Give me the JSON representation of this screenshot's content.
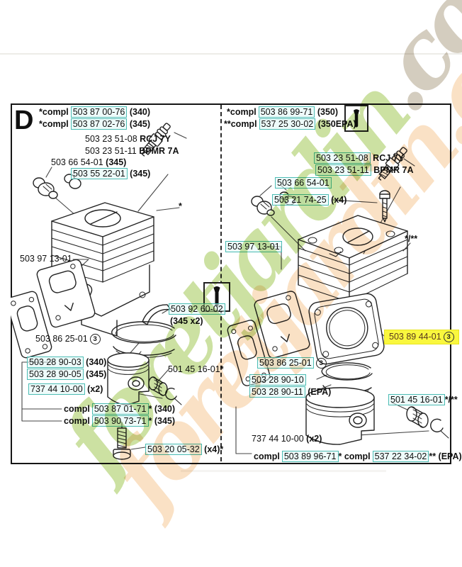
{
  "section_letter": "D",
  "watermark": {
    "text_main": "foretjardin",
    "text_suffix": ".com",
    "green": "#c3dc92",
    "orange": "#f6c48c",
    "tan": "#cdc4b4"
  },
  "colors": {
    "box_border": "#4cbcb4",
    "box_fill": "#e0f8f5",
    "highlight_yellow": "#f9f73e",
    "line_black": "#222222"
  },
  "icons": {
    "tool_icon": "wrench"
  },
  "labels": {
    "l1": [
      {
        "k": "pre",
        "t": "*compl"
      },
      {
        "k": "box",
        "t": "503 87 00-76"
      },
      {
        "k": "bold",
        "t": " (340)"
      }
    ],
    "l2": [
      {
        "k": "pre",
        "t": "*compl"
      },
      {
        "k": "box",
        "t": "503 87 02-76"
      },
      {
        "k": "bold",
        "t": " (345)"
      }
    ],
    "l3": [
      {
        "k": "num",
        "t": "503 23 51-08 "
      },
      {
        "k": "bold",
        "t": "RCJ 7Y"
      }
    ],
    "l4": [
      {
        "k": "num",
        "t": "503 23 51-11 "
      },
      {
        "k": "bold",
        "t": "BPMR 7A"
      }
    ],
    "l5": [
      {
        "k": "num",
        "t": "503 66 54-01 "
      },
      {
        "k": "bold",
        "t": "(345)"
      }
    ],
    "l6": [
      {
        "k": "box",
        "t": "503 55 22-01"
      },
      {
        "k": "bold",
        "t": " (345)"
      }
    ],
    "l7": [
      {
        "k": "num",
        "t": "503 97 13-01"
      }
    ],
    "l8": [
      {
        "k": "box",
        "t": "503 92 60-02"
      }
    ],
    "l9": [
      {
        "k": "bold",
        "t": "(345 x2)"
      }
    ],
    "l10": [
      {
        "k": "num",
        "t": "503 86 25-01"
      },
      {
        "k": "circ",
        "t": "3"
      }
    ],
    "l11": [
      {
        "k": "box",
        "t": "503 28 90-03"
      },
      {
        "k": "bold",
        "t": " (340)"
      }
    ],
    "l12": [
      {
        "k": "box",
        "t": "503 28 90-05"
      },
      {
        "k": "bold",
        "t": " (345)"
      }
    ],
    "l13": [
      {
        "k": "box",
        "t": "737 44 10-00"
      },
      {
        "k": "bold",
        "t": " (x2)"
      }
    ],
    "l14": [
      {
        "k": "num",
        "t": "501 45 16-01"
      },
      {
        "k": "bold",
        "t": "*"
      }
    ],
    "l15": [
      {
        "k": "pre",
        "t": "compl"
      },
      {
        "k": "box",
        "t": "503 87 01-71"
      },
      {
        "k": "bold",
        "t": "* (340)"
      }
    ],
    "l16": [
      {
        "k": "pre",
        "t": "compl"
      },
      {
        "k": "box",
        "t": "503 90 73-71"
      },
      {
        "k": "bold",
        "t": "* (345)"
      }
    ],
    "l17": [
      {
        "k": "box",
        "t": "503 20 05-32"
      },
      {
        "k": "bold",
        "t": " (x4)*"
      }
    ],
    "l18": [
      {
        "k": "bold",
        "t": "*"
      }
    ],
    "r1": [
      {
        "k": "pre",
        "t": "*compl"
      },
      {
        "k": "box",
        "t": "503 86 99-71"
      },
      {
        "k": "bold",
        "t": " (350)"
      }
    ],
    "r2": [
      {
        "k": "pre",
        "t": "**compl"
      },
      {
        "k": "box",
        "t": "537 25 30-02"
      },
      {
        "k": "bold",
        "t": " (350EPA)"
      }
    ],
    "r3": [
      {
        "k": "box",
        "t": "503 23 51-08"
      },
      {
        "k": "bold",
        "t": " RCJ 7Y"
      }
    ],
    "r4": [
      {
        "k": "box",
        "t": "503 23 51-11"
      },
      {
        "k": "bold",
        "t": " BPMR 7A"
      }
    ],
    "r5": [
      {
        "k": "box",
        "t": "503 66 54-01"
      }
    ],
    "r6": [
      {
        "k": "box",
        "t": "503 21 74-25"
      },
      {
        "k": "bold",
        "t": " (x4)"
      }
    ],
    "r7": [
      {
        "k": "box",
        "t": "503 97 13-01"
      }
    ],
    "r8": [
      {
        "k": "bold",
        "t": "*/**"
      }
    ],
    "r9": [
      {
        "k": "num",
        "t": "503 89 44-01"
      },
      {
        "k": "circ",
        "t": "3"
      }
    ],
    "r10": [
      {
        "k": "box",
        "t": "503 86 25-01"
      },
      {
        "k": "circ",
        "t": "3"
      }
    ],
    "r11": [
      {
        "k": "box",
        "t": "503 28 90-10"
      }
    ],
    "r12": [
      {
        "k": "box",
        "t": "503 28 90-11"
      },
      {
        "k": "bold",
        "t": " (EPA)"
      }
    ],
    "r13": [
      {
        "k": "box",
        "t": "501 45 16-01"
      },
      {
        "k": "bold",
        "t": "*/**"
      }
    ],
    "r14": [
      {
        "k": "num",
        "t": "737 44 10-00 "
      },
      {
        "k": "bold",
        "t": "(x2)"
      }
    ],
    "r15": [
      {
        "k": "pre",
        "t": "compl"
      },
      {
        "k": "box",
        "t": "503 89 96-71"
      },
      {
        "k": "bold",
        "t": "* "
      },
      {
        "k": "pre",
        "t": "compl"
      },
      {
        "k": "box",
        "t": "537 22 34-02"
      },
      {
        "k": "bold",
        "t": "** (EPA)"
      }
    ]
  }
}
